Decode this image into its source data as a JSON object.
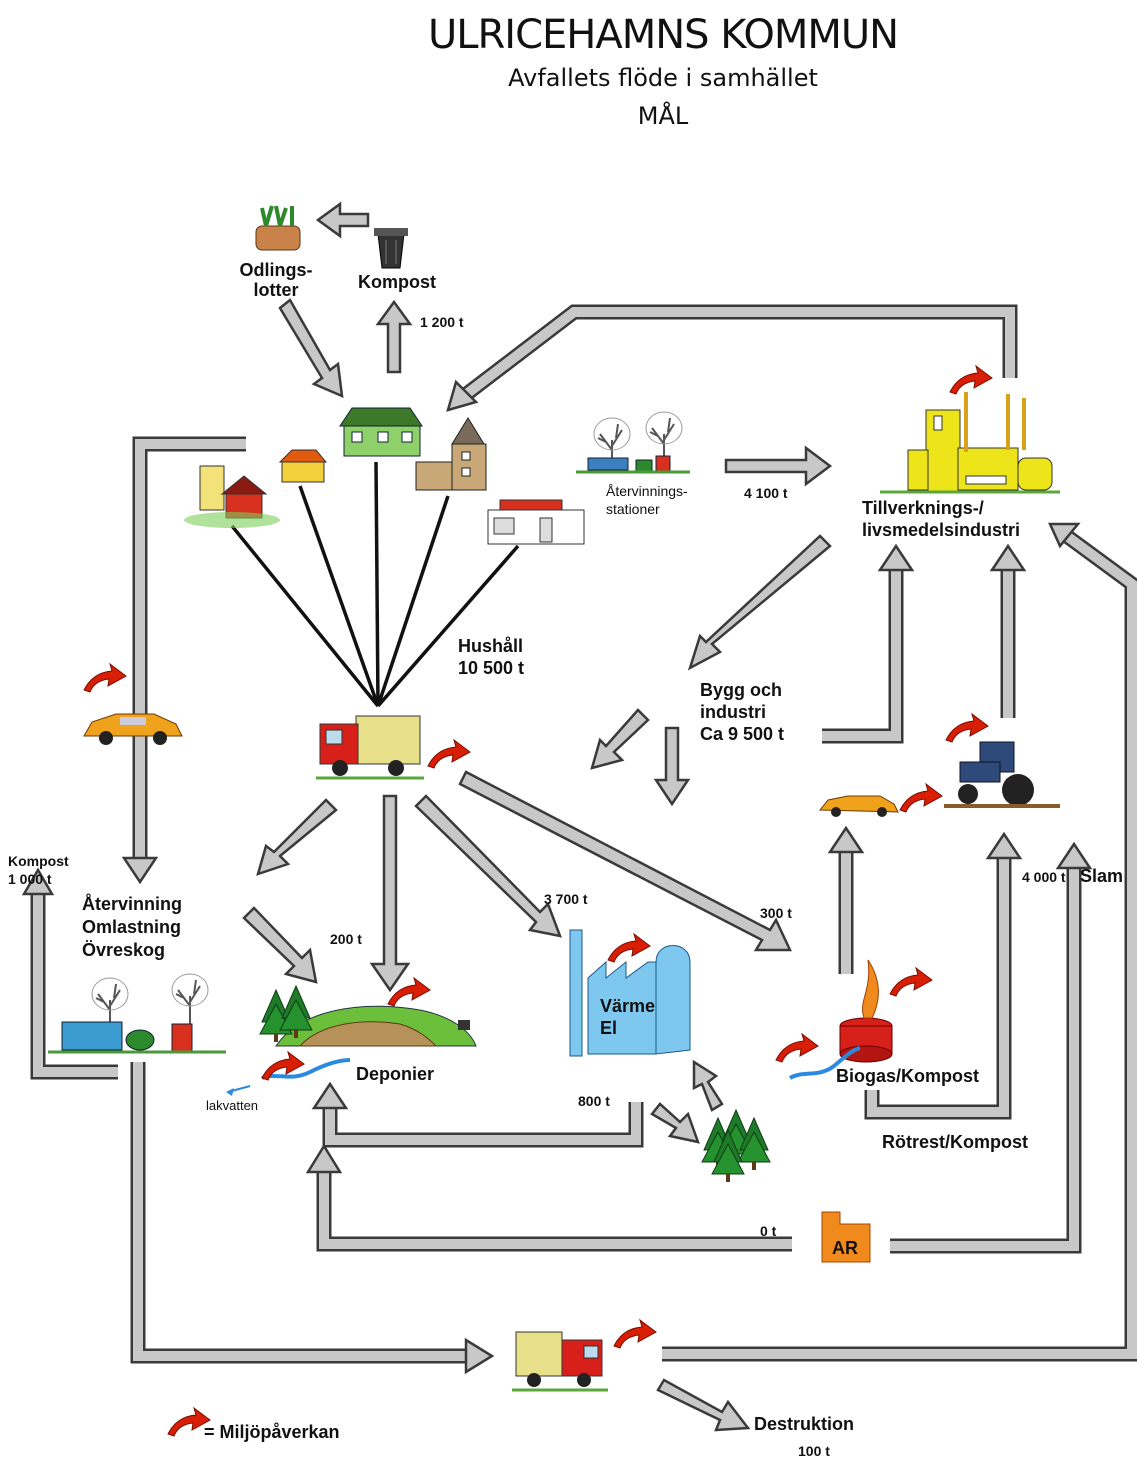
{
  "header": {
    "title": "ULRICEHAMNS KOMMUN",
    "subtitle": "Avfallets flöde i samhället",
    "subtitle2": "MÅL"
  },
  "nodes": {
    "odlingslotter_1": "Odlings-",
    "odlingslotter_2": "lotter",
    "kompost": "Kompost",
    "atervinningsstationer_1": "Återvinnings-",
    "atervinningsstationer_2": "stationer",
    "tillverkning_1": "Tillverknings-/",
    "tillverkning_2": "livsmedelsindustri",
    "hushall_1": "Hushåll",
    "hushall_2": "10 500 t",
    "bygg_1": "Bygg och",
    "bygg_2": "industri",
    "bygg_3": "Ca 9 500 t",
    "atervinning_1": "Återvinning",
    "atervinning_2": "Omlastning",
    "atervinning_3": "Övreskog",
    "kompost_left_1": "Kompost",
    "kompost_left_2": "1 000 t",
    "deponier": "Deponier",
    "lakvatten": "lakvatten",
    "varme_1": "Värme",
    "varme_2": "El",
    "biogas": "Biogas/Kompost",
    "rotrest": "Rötrest/Kompost",
    "slam": "Slam",
    "ar": "AR",
    "destruktion": "Destruktion",
    "destruktion_t": "100 t"
  },
  "flows": {
    "kompost_t": "1 200 t",
    "stationer_t": "4 100 t",
    "deponi_t": "200 t",
    "varme_t": "3 700 t",
    "biogas_t": "300 t",
    "aska_t": "800 t",
    "slam_t": "4 000 t",
    "ar_t": "0 t"
  },
  "legend": {
    "label": "= Miljöpåverkan"
  },
  "colors": {
    "arrow_fill": "#c8c8c8",
    "arrow_stroke": "#3a3a3a",
    "impact": "#d81e05",
    "industry": "#ede41a",
    "plant": "#7ec8f0",
    "ar_box": "#f08a1c",
    "truck_cab": "#d8201a",
    "truck_body": "#e8e08a"
  }
}
